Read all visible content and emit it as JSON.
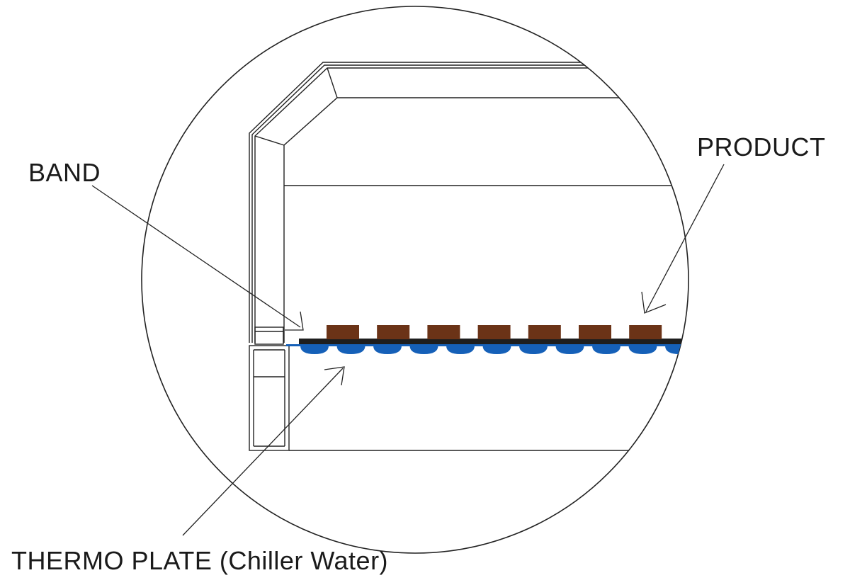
{
  "labels": {
    "band": "BAND",
    "product": "PRODUCT",
    "thermo_plate": "THERMO PLATE (Chiller Water)"
  },
  "colors": {
    "product": "#6b3317",
    "chiller": "#1560b8",
    "band": "#1e1e1e",
    "line": "#222222"
  },
  "counts": {
    "product_blocks": 7,
    "chiller_bumps": 11
  }
}
